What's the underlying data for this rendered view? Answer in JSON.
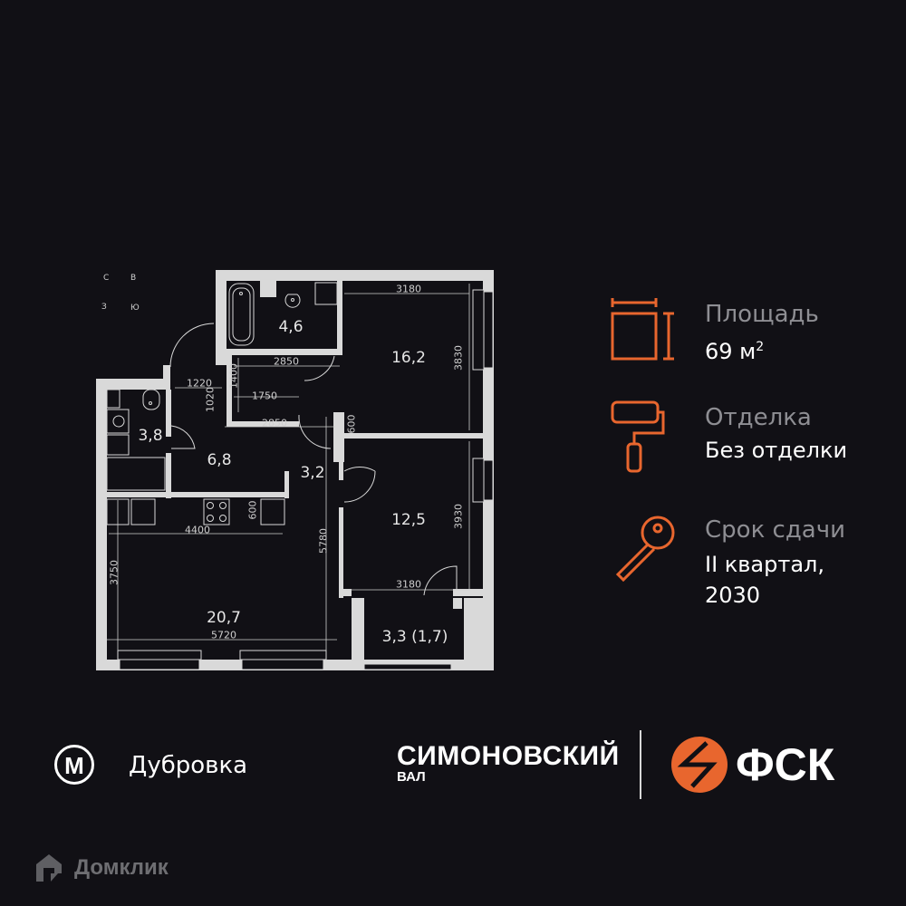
{
  "compass": {
    "n": "С",
    "e": "В",
    "w": "З",
    "s": "Ю"
  },
  "floor_plan": {
    "rooms": [
      {
        "id": "bathroom",
        "area": "4,6"
      },
      {
        "id": "bedroom-1",
        "area": "16,2"
      },
      {
        "id": "wc",
        "area": "3,8"
      },
      {
        "id": "hallway",
        "area": "6,8"
      },
      {
        "id": "corridor",
        "area": "3,2"
      },
      {
        "id": "bedroom-2",
        "area": "12,5"
      },
      {
        "id": "kitchen-living",
        "area": "20,7"
      },
      {
        "id": "balcony",
        "area": "3,3 (1,7)"
      }
    ],
    "dimensions": {
      "bedroom1_width": "3180",
      "bedroom1_length": "3830",
      "hall_upper_width": "2850",
      "hall_small_width": "1750",
      "hall_small_height": "1400",
      "entry_width": "1220",
      "entry_height": "1020",
      "hall_lower_width": "2850",
      "wall_600_top": "600",
      "kitchen_counter_depth": "600",
      "kitchen_width": "4400",
      "living_height": "5780",
      "living_left_height": "3750",
      "living_width": "5720",
      "bedroom2_length": "3930",
      "bedroom2_width": "3180"
    }
  },
  "info": {
    "area": {
      "label": "Площадь",
      "value": "69 м",
      "sup": "2",
      "icon": "area-icon"
    },
    "finish": {
      "label": "Отделка",
      "value": "Без отделки",
      "icon": "paint-roller-icon"
    },
    "delivery": {
      "label": "Срок сдачи",
      "value_line1": "II квартал,",
      "value_line2": "2030",
      "icon": "key-icon"
    }
  },
  "metro": {
    "icon_letter": "M",
    "station": "Дубровка"
  },
  "brand": {
    "project_title": "СИМОНОВСКИЙ",
    "project_sub": "ВАЛ",
    "developer": "ФСК"
  },
  "footer": {
    "watermark": "Домклик"
  },
  "colors": {
    "background": "#111015",
    "accent": "#e8662e",
    "wall": "#d9d9d9",
    "label_muted": "#8e8e93"
  }
}
